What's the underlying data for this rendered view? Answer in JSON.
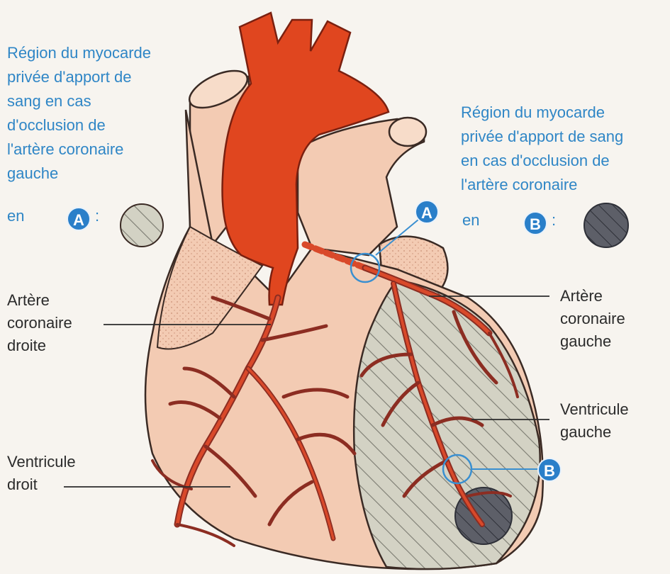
{
  "legend_left": {
    "lines": [
      "Région du myocarde",
      "privée d'apport de",
      "sang en cas",
      "d'occlusion de",
      "l'artère coronaire",
      "gauche"
    ],
    "en": "en",
    "badge": "A",
    "colon": ":"
  },
  "legend_right": {
    "lines": [
      "Région du myocarde",
      "privée d'apport de sang",
      "en cas d'occlusion de",
      "l'artère coronaire"
    ],
    "en": "en",
    "badge": "B",
    "colon": ":"
  },
  "labels": {
    "right_coronary": [
      "Artère",
      "coronaire",
      "droite"
    ],
    "left_coronary": [
      "Artère",
      "coronaire",
      "gauche"
    ],
    "left_ventricle": [
      "Ventricule",
      "gauche"
    ],
    "right_ventricle": [
      "Ventricule",
      "droit"
    ]
  },
  "markers": {
    "a": "A",
    "b": "B"
  },
  "colors": {
    "legend_text": "#2f86c6",
    "badge": "#2a7fc9",
    "aorta": "#e0461f",
    "heart_tissue": "#f3cbb3",
    "vessel_dark": "#8c2d22",
    "hatch_area": "#cfcfc0",
    "dark_area": "#5a5c66"
  }
}
